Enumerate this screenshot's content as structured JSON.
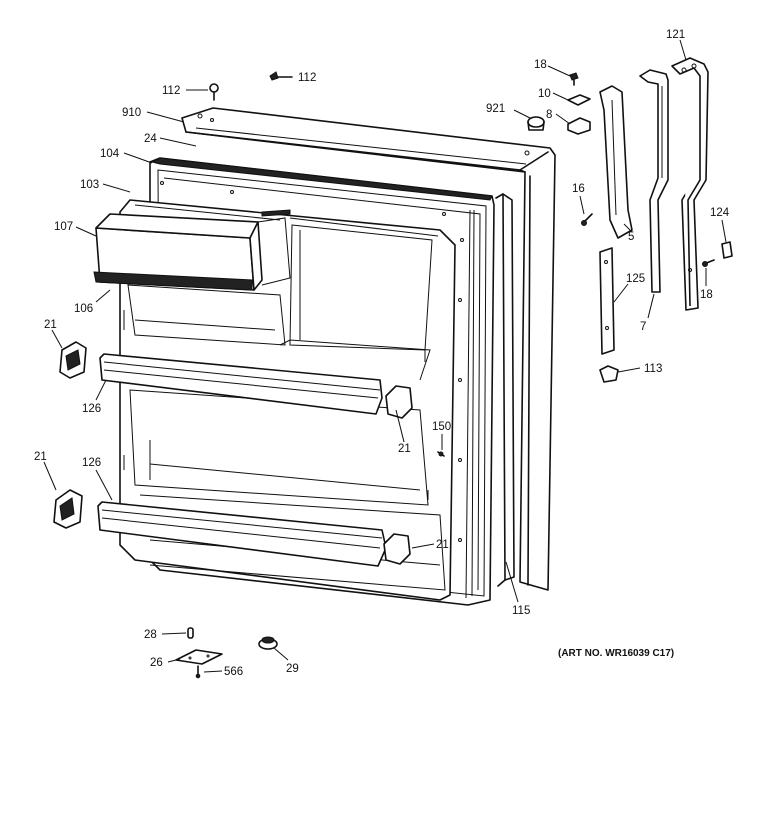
{
  "art_number": "(ART NO. WR16039 C17)",
  "labels": {
    "l112a": "112",
    "l112b": "112",
    "l910": "910",
    "l24": "24",
    "l104": "104",
    "l103": "103",
    "l107": "107",
    "l106": "106",
    "l21a": "21",
    "l126a": "126",
    "l21b": "21",
    "l126b": "126",
    "l21c": "21",
    "l150": "150",
    "l21d": "21",
    "l115": "115",
    "l921": "921",
    "l18a": "18",
    "l10": "10",
    "l8": "8",
    "l16": "16",
    "l5": "5",
    "l125": "125",
    "l113": "113",
    "l121": "121",
    "l124": "124",
    "l18b": "18",
    "l7": "7",
    "l28": "28",
    "l26": "26",
    "l566": "566",
    "l29": "29"
  }
}
